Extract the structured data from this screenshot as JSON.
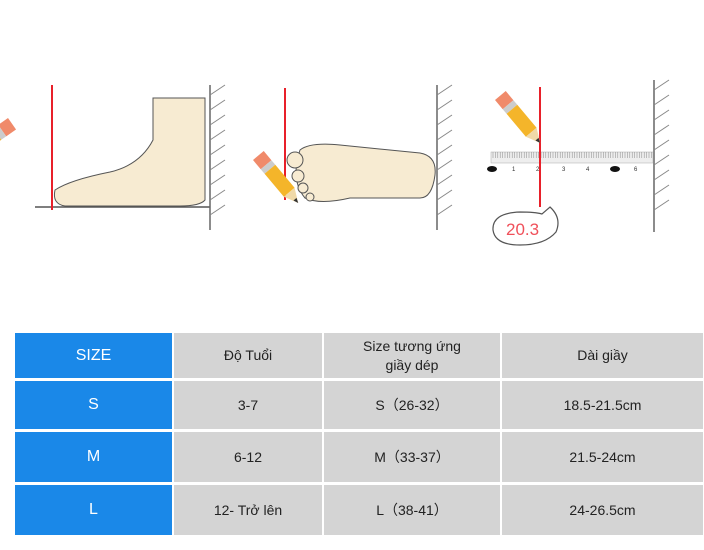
{
  "measurement": {
    "bubble_value": "20.3",
    "ruler_ticks": [
      "1",
      "2",
      "3",
      "4",
      "6"
    ],
    "accent_red": "#e8202a",
    "bubble_color": "#f0505a"
  },
  "table": {
    "headers": [
      "SIZE",
      "Độ Tuổi",
      "Size tương ứng giầy dép",
      "Dài giầy"
    ],
    "header_line1": "Size tương ứng",
    "header_line2": "giầy dép",
    "rows": [
      {
        "size": "S",
        "age": "3-7",
        "shoe": "S（26-32）",
        "length": "18.5-21.5cm"
      },
      {
        "size": "M",
        "age": "6-12",
        "shoe": "M（33-37）",
        "length": "21.5-24cm"
      },
      {
        "size": "L",
        "age": "12- Trở lên",
        "shoe": "L（38-41）",
        "length": "24-26.5cm"
      }
    ],
    "colors": {
      "size_column": "#1a88e8",
      "cells": "#d4d4d4"
    }
  }
}
